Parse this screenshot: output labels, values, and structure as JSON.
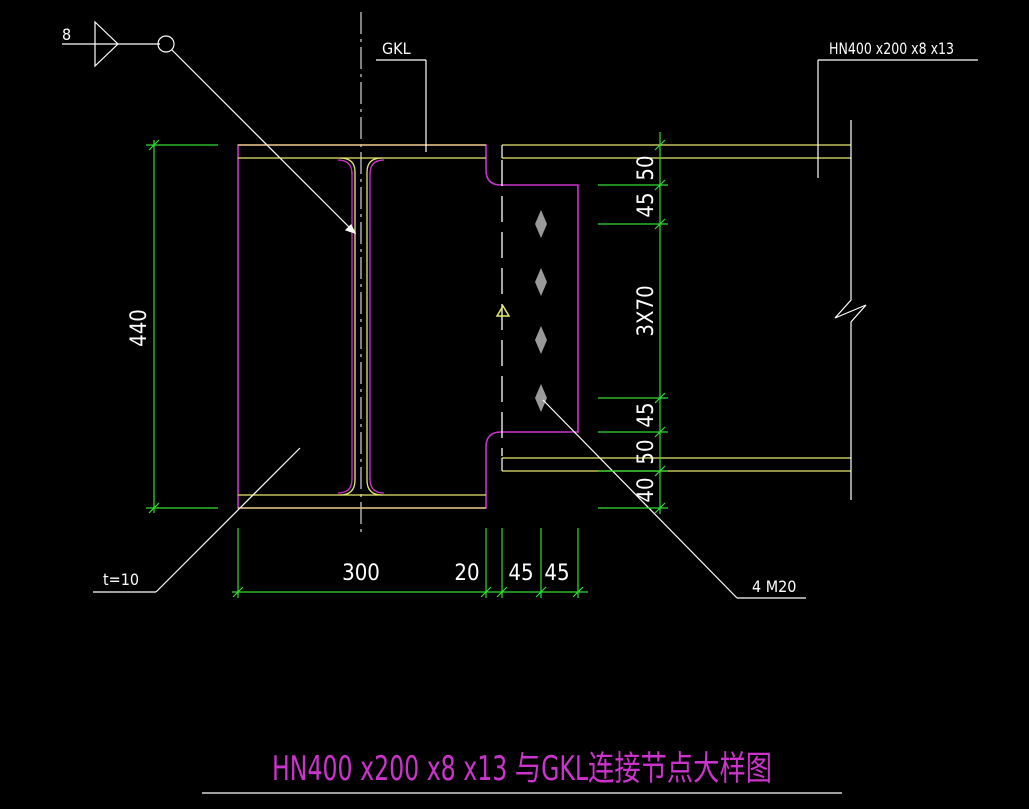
{
  "labels": {
    "weld_symbol_number": "8",
    "gkl": "GKL",
    "beam_spec": "HN400 x200 x8 x13",
    "plate_thickness": "t=10",
    "bolts": "4 M20",
    "title": "HN400 x200 x8 x13 与GKL连接节点大样图"
  },
  "dimensions": {
    "overall_height": "440",
    "width_main": "300",
    "gap": "20",
    "bolt_edge": "45",
    "bolt_edge_2": "45",
    "right_top": "50",
    "right_edge_top": "45",
    "right_pitch": "3X70",
    "right_edge_bottom": "45",
    "right_bottom": "50",
    "right_base": "40"
  },
  "colors": {
    "background": "#000000",
    "yellow": "#e8e870",
    "magenta": "#cc33cc",
    "green": "#33dd33",
    "white": "#ffffff",
    "grey": "#9a9a9a"
  }
}
